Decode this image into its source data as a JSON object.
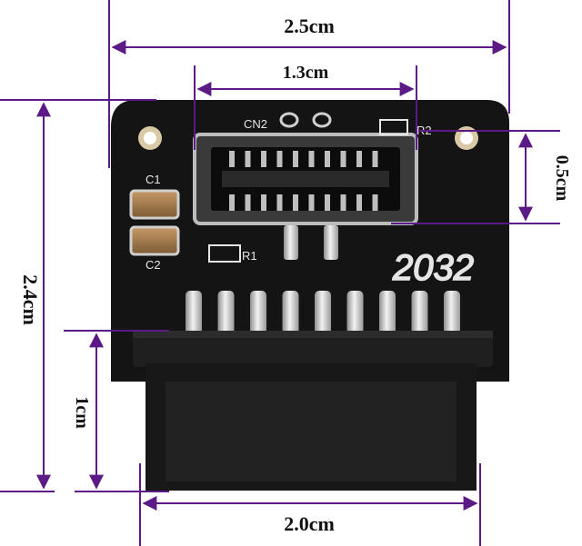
{
  "dimensions": {
    "top_width": "2.5cm",
    "connector_width": "1.3cm",
    "right_height": "0.5cm",
    "left_height": "2.4cm",
    "socket_height": "1cm",
    "bottom_width": "2.0cm"
  },
  "silkscreen": {
    "cn2": "CN2",
    "r2": "R2",
    "c1": "C1",
    "c2": "C2",
    "r1": "R1",
    "code": "2032"
  },
  "colors": {
    "dimension_line": "#5b1a86",
    "pcb": "#141414",
    "silkscreen": "#e6e6e6",
    "metal": "#c8c8c8",
    "plastic": "#1a1a1a"
  },
  "counts": {
    "pins": 9,
    "connector_contacts": 20
  }
}
